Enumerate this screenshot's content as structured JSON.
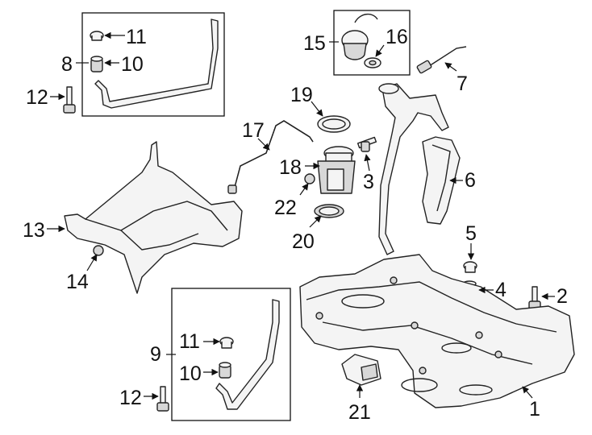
{
  "diagram": {
    "callouts": {
      "c1": "1",
      "c2": "2",
      "c3": "3",
      "c4": "4",
      "c5": "5",
      "c6": "6",
      "c7": "7",
      "c8": "8",
      "c9": "9",
      "c10a": "10",
      "c10b": "10",
      "c11a": "11",
      "c11b": "11",
      "c12a": "12",
      "c12b": "12",
      "c13": "13",
      "c14": "14",
      "c15": "15",
      "c16": "16",
      "c17": "17",
      "c18": "18",
      "c19": "19",
      "c20": "20",
      "c21": "21",
      "c22": "22"
    }
  }
}
